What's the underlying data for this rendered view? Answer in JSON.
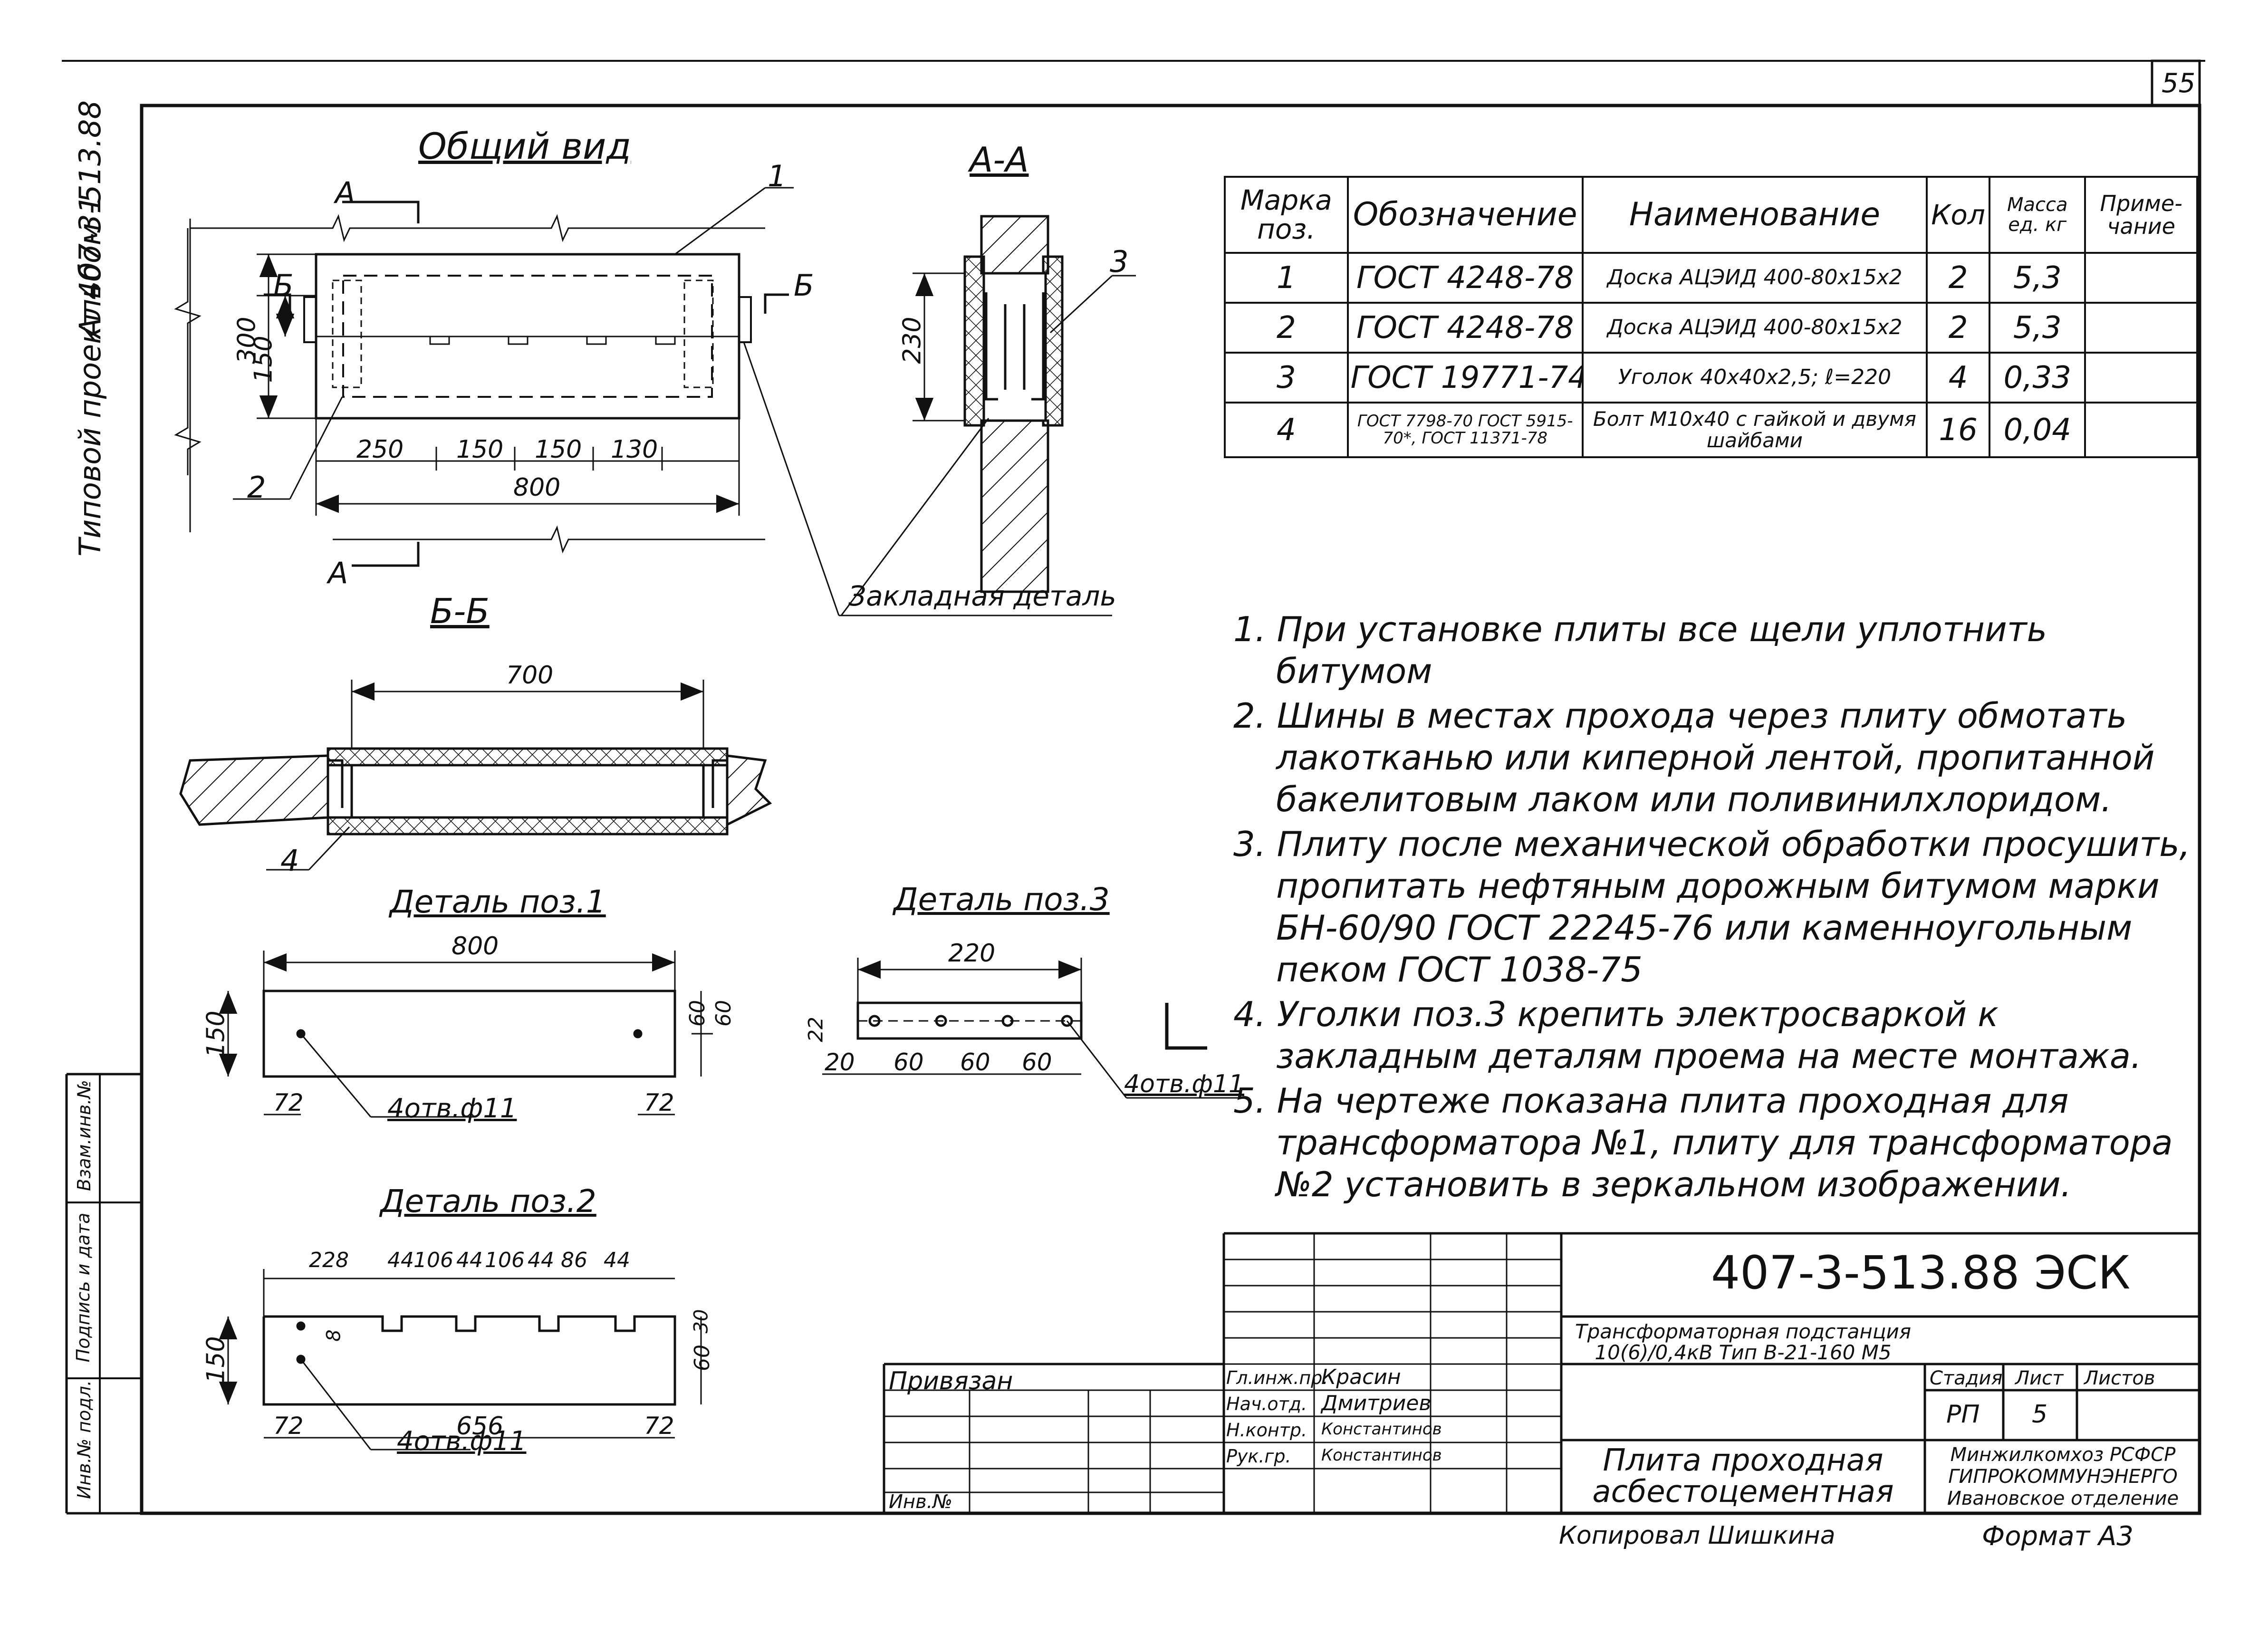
{
  "sheet": {
    "number": "55",
    "format": "Формат А3",
    "copied_by": "Копировал Шишкина"
  },
  "side": {
    "project_line1": "Типовой проект 407-3-513.88",
    "project_line2": "Альбом 1",
    "stamps": [
      "Инв.№ подл.",
      "Подпись и дата",
      "Взам.инв.№"
    ]
  },
  "views": {
    "general": "Общий вид",
    "section_aa": "А-А",
    "section_bb": "Б-Б",
    "detail1": "Деталь поз.1",
    "detail2": "Деталь поз.2",
    "detail3": "Деталь поз.3",
    "embedded_part": "Закладная деталь"
  },
  "marks": {
    "a": "А",
    "b": "Б",
    "p1": "1",
    "p2": "2",
    "p3": "3",
    "p4": "4"
  },
  "dims": {
    "general": {
      "h300": "300",
      "h150": "150",
      "d250": "250",
      "d150a": "150",
      "d150b": "150",
      "d130": "130",
      "d800": "800"
    },
    "aa": {
      "h230": "230"
    },
    "bb": {
      "w700": "700"
    },
    "det1": {
      "w800": "800",
      "h150": "150",
      "d60a": "60",
      "d60b": "60",
      "d72a": "72",
      "d72b": "72",
      "holes": "4отв.ф11"
    },
    "det2": {
      "s228": "228",
      "s44a": "44",
      "s106a": "106",
      "s44b": "44",
      "s106b": "106",
      "s44c": "44",
      "s86": "86",
      "s44d": "44",
      "h30": "30",
      "h60": "60",
      "h150": "150",
      "d8": "8",
      "d72a": "72",
      "d656": "656",
      "d72b": "72",
      "holes": "4отв.ф11"
    },
    "det3": {
      "w220": "220",
      "h22": "22",
      "d20": "20",
      "d60a": "60",
      "d60b": "60",
      "d60c": "60",
      "holes": "4отв.ф11"
    }
  },
  "spec": {
    "headers": [
      "Марка поз.",
      "Обозначение",
      "Наименование",
      "Кол",
      "Масса ед. кг",
      "Приме-чание"
    ],
    "rows": [
      {
        "pos": "1",
        "designation": "ГОСТ 4248-78",
        "name": "Доска АЦЭИД 400-80х15х2",
        "qty": "2",
        "mass": "5,3",
        "note": ""
      },
      {
        "pos": "2",
        "designation": "ГОСТ 4248-78",
        "name": "Доска АЦЭИД 400-80х15х2",
        "qty": "2",
        "mass": "5,3",
        "note": ""
      },
      {
        "pos": "3",
        "designation": "ГОСТ 19771-74",
        "name": "Уголок 40х40х2,5; ℓ=220",
        "qty": "4",
        "mass": "0,33",
        "note": ""
      },
      {
        "pos": "4",
        "designation": "ГОСТ 7798-70 ГОСТ 5915-70*, ГОСТ 11371-78",
        "name": "Болт М10х40 с гайкой и двумя шайбами",
        "qty": "16",
        "mass": "0,04",
        "note": ""
      }
    ]
  },
  "notes": [
    "1. При установке плиты все щели уплотнить битумом",
    "2. Шины в местах прохода через плиту обмотать лакотканью или киперной лентой, пропитанной бакелитовым лаком или поливинилхлоридом.",
    "3. Плиту после механической обработки просушить, пропитать нефтяным дорожным битумом марки БН-60/90 ГОСТ 22245-76 или каменноугольным пеком ГОСТ 1038-75",
    "4. Уголки поз.3 крепить электросваркой к закладным деталям проема на месте монтажа.",
    "5. На чертеже показана плита проходная для трансформатора №1, плиту для трансформатора №2 установить в зеркальном изображении."
  ],
  "title_block": {
    "code": "407-3-513.88 ЭСК",
    "bound": "Привязан",
    "inv": "Инв.№",
    "roles": [
      {
        "role": "Гл.инж.пр.",
        "name": "Красин"
      },
      {
        "role": "Нач.отд.",
        "name": "Дмитриев"
      },
      {
        "role": "Н.контр.",
        "name": "Константинов"
      },
      {
        "role": "Рук.гр.",
        "name": "Константинов"
      }
    ],
    "object": "Трансформаторная подстанция 10(6)/0,4кВ Тип В-21-160 М5",
    "stage_h": "Стадия",
    "sheet_h": "Лист",
    "sheets_h": "Листов",
    "stage": "РП",
    "sheet": "5",
    "title": "Плита проходная асбестоцементная",
    "org": "Минжилкомхоз РСФСР ГИПРОКОММУНЭНЕРГО Ивановское отделение"
  }
}
